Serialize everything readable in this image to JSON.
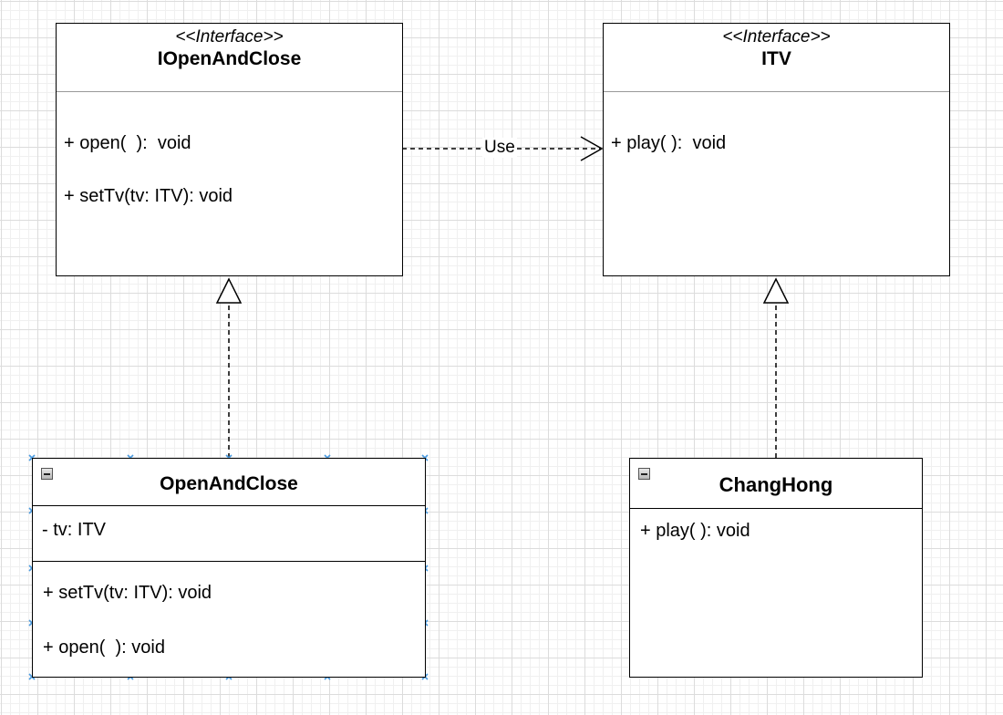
{
  "diagram": {
    "interface_open_close": {
      "stereotype": "<<Interface>>",
      "name": "IOpenAndClose",
      "methods": [
        "+ open(  ):  void",
        "+ setTv(tv: ITV): void"
      ]
    },
    "interface_tv": {
      "stereotype": "<<Interface>>",
      "name": "ITV",
      "methods": [
        "+ play( ):  void"
      ]
    },
    "class_open_close": {
      "name": "OpenAndClose",
      "attributes": [
        "- tv: ITV"
      ],
      "methods": [
        "+ setTv(tv: ITV): void",
        "+ open(  ): void"
      ]
    },
    "class_changhong": {
      "name": "ChangHong",
      "methods": [
        "+ play( ): void"
      ]
    },
    "edges": {
      "dependency_label": "Use"
    }
  }
}
